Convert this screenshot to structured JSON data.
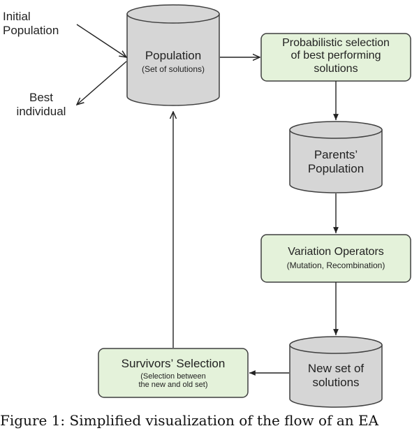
{
  "labels": {
    "initial_population": "Initial\nPopulation",
    "best_individual": "Best\nindividual"
  },
  "population": {
    "title": "Population",
    "subtitle": "(Set of solutions)"
  },
  "probabilistic_selection": "Probabilistic selection\nof best performing\nsolutions",
  "parents_population": "Parents’\nPopulation",
  "variation_operators": {
    "title": "Variation Operators",
    "subtitle": "(Mutation, Recombination)"
  },
  "new_set": "New set of\nsolutions",
  "survivors_selection": {
    "title": "Survivors’ Selection",
    "subtitle": "(Selection between\nthe new and old set)"
  },
  "caption": "Figure 1: Simplified visualization of the flow of an EA",
  "colors": {
    "box_fill": "#e4f2da",
    "box_stroke": "#3f3f3f",
    "cylinder_fill": "#d6d6d6",
    "line": "#222222"
  }
}
